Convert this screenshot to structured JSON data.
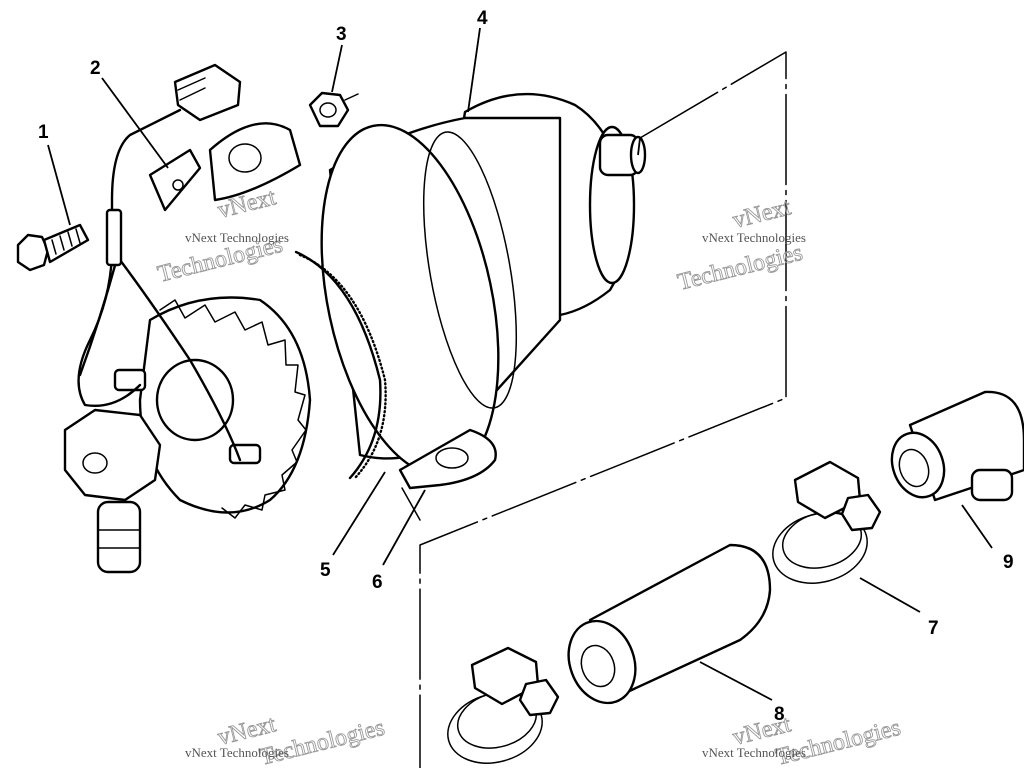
{
  "diagram": {
    "callouts": [
      {
        "id": "1",
        "label": "1"
      },
      {
        "id": "2",
        "label": "2"
      },
      {
        "id": "3",
        "label": "3"
      },
      {
        "id": "4",
        "label": "4"
      },
      {
        "id": "5",
        "label": "5"
      },
      {
        "id": "6",
        "label": "6"
      },
      {
        "id": "7",
        "label": "7"
      },
      {
        "id": "8",
        "label": "8"
      },
      {
        "id": "9",
        "label": "9"
      }
    ],
    "watermark": {
      "line_small": "vNext Technologies",
      "word_top": "vNext",
      "word_bottom": "Technologies"
    },
    "colors": {
      "ink": "#000000",
      "paper": "#ffffff",
      "watermark": "#9a9a9a"
    }
  }
}
